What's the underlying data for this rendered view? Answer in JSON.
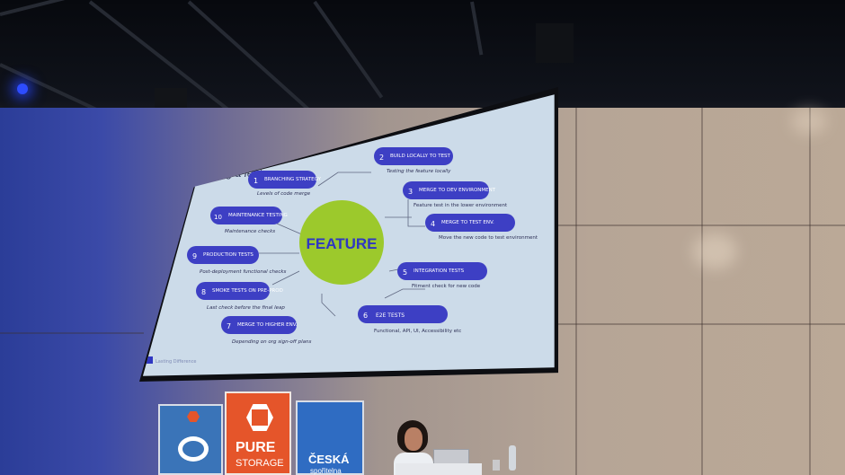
{
  "slide": {
    "title": "Testing a feature",
    "center_label": "FEATURE",
    "watermark": "Lasting Difference",
    "steps": [
      {
        "num": "1",
        "title": "BRANCHING STRATEGY",
        "desc": "Levels of code merge"
      },
      {
        "num": "2",
        "title": "BUILD LOCALLY TO TEST",
        "desc": "Testing the feature locally"
      },
      {
        "num": "3",
        "title": "MERGE TO DEV ENVIRONMENT",
        "desc": "Feature test in the lower environment"
      },
      {
        "num": "4",
        "title": "MERGE TO TEST ENV.",
        "desc": "Move the new code to test environment"
      },
      {
        "num": "5",
        "title": "INTEGRATION TESTS",
        "desc": "Fitment check for new code"
      },
      {
        "num": "6",
        "title": "E2E TESTS",
        "desc": "Functional, API, UI, Accessibility etc"
      },
      {
        "num": "7",
        "title": "MERGE TO HIGHER ENV.",
        "desc": "Depending on org sign-off plans"
      },
      {
        "num": "8",
        "title": "SMOKE TESTS ON PRE-PROD",
        "desc": "Last check before the final leap"
      },
      {
        "num": "9",
        "title": "PRODUCTION TESTS",
        "desc": "Post-deployment functional checks"
      },
      {
        "num": "10",
        "title": "MAINTENANCE TESTING",
        "desc": "Maintenance checks"
      }
    ]
  },
  "banners": {
    "pure": "PURE",
    "pure_sub": "STORAGE",
    "ceska": "ČESKÁ",
    "ceska_sub": "spořitelna"
  },
  "colors": {
    "slide_bg": "#ccdbe9",
    "pill": "#3d3fc4",
    "circle": "#9cc92c",
    "feature_text": "#2f37c2",
    "banner_blue": "#3a74b8",
    "banner_orange": "#e5552a"
  }
}
